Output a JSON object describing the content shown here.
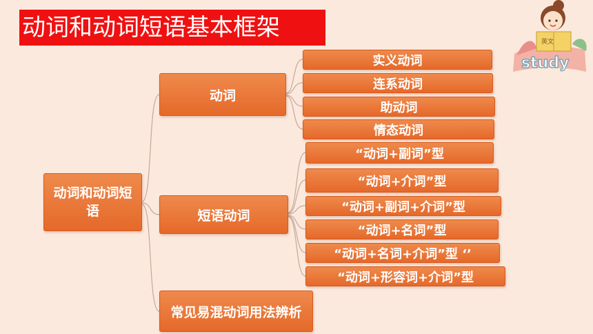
{
  "title": "动词和动词短语基本框架",
  "root": {
    "label": "动词和动词短语"
  },
  "branches": [
    {
      "label": "动词",
      "children": [
        "实义动词",
        "连系动词",
        "助动词",
        "情态动词"
      ]
    },
    {
      "label": "短语动词",
      "children": [
        "“动词+副词”型",
        "“动词+介词”型",
        "“动词+副词+介词”型",
        "“动词+名词”型",
        "“动词+名词+介词”型 ‘’",
        "“动词+形容词+介词”型"
      ]
    },
    {
      "label": "常见易混动词用法辨析",
      "children": []
    }
  ],
  "decoration": {
    "book_text": "英文",
    "sticker_text": "study"
  },
  "colors": {
    "title_bg": "#ef1111",
    "box": "#e8702f",
    "background": "#fbe9dd",
    "line": "#c4a89a"
  }
}
